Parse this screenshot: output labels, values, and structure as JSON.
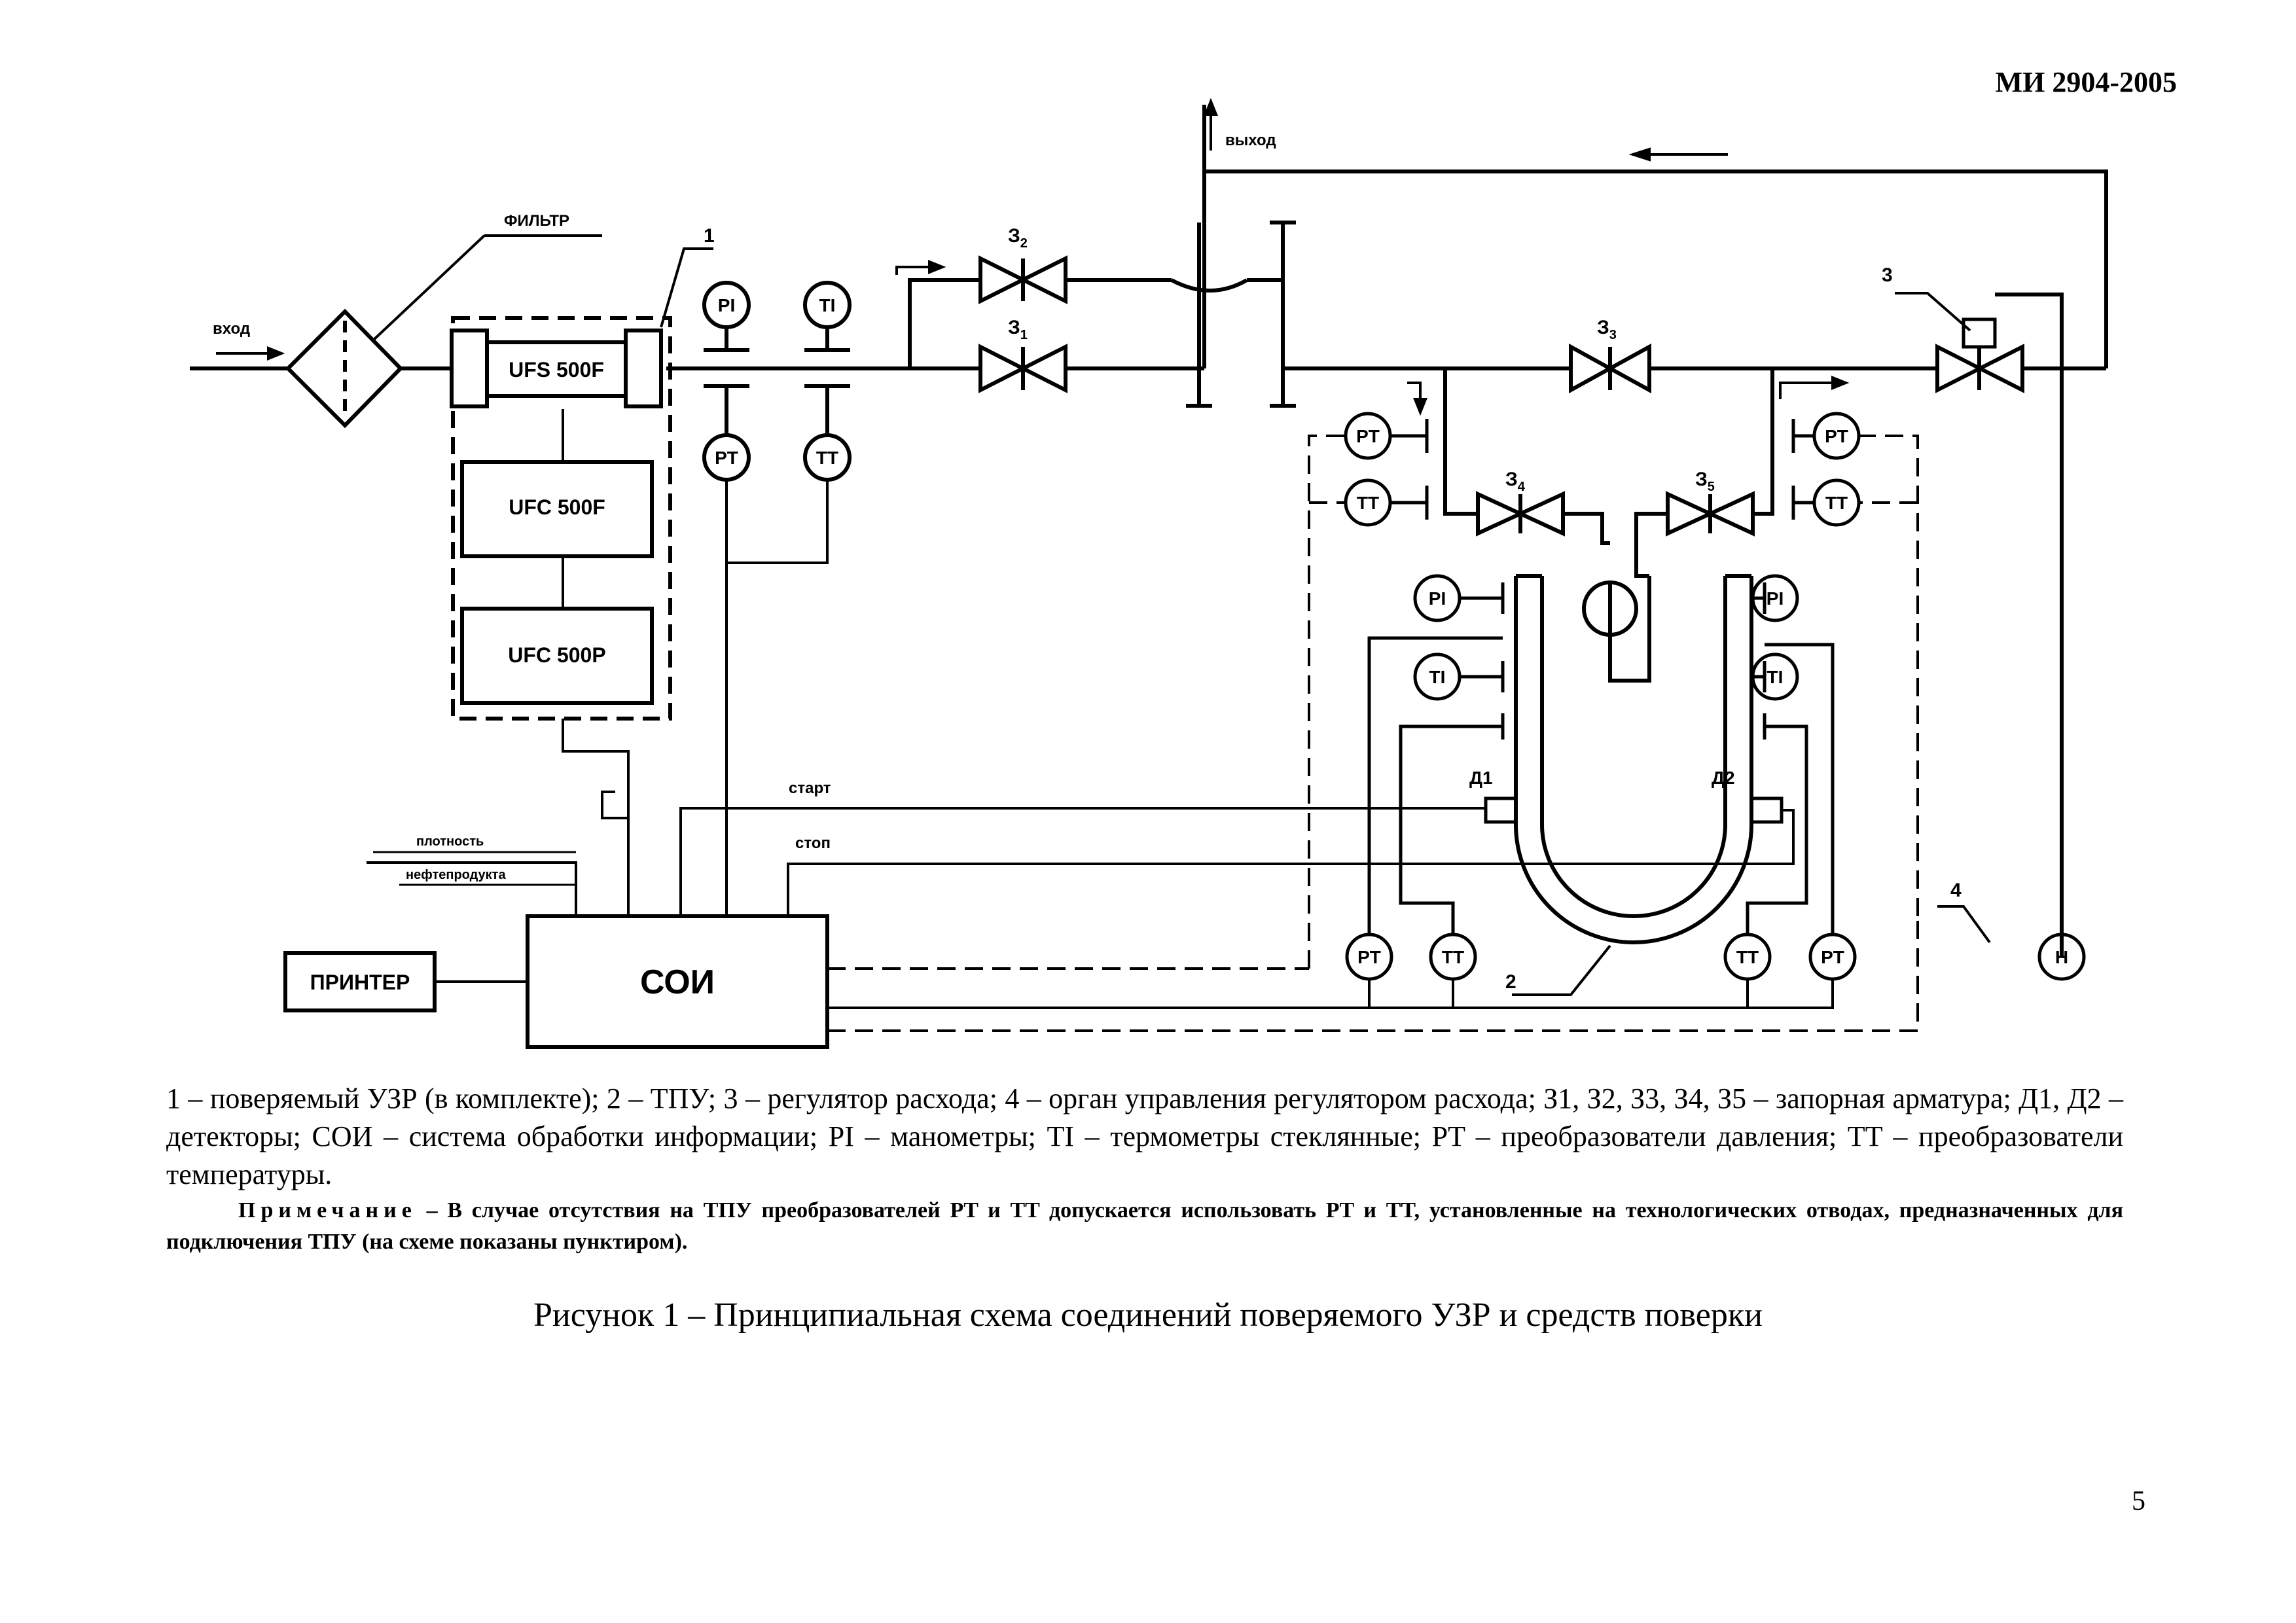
{
  "header": {
    "doc_code": "МИ 2904-2005"
  },
  "diagram": {
    "labels": {
      "output": "выход",
      "input": "вход",
      "filter": "ФИЛЬТР",
      "callout_1": "1",
      "callout_2": "2",
      "callout_3": "3",
      "callout_4": "4",
      "ufs": "UFS 500F",
      "ufc1": "UFC 500F",
      "ufc2": "UFC 500P",
      "printer": "ПРИНТЕР",
      "soi": "СОИ",
      "start": "старт",
      "stop": "стоп",
      "density": "плотность",
      "product": "нефтепродукта",
      "d1": "Д1",
      "d2": "Д2",
      "valve_z": "З",
      "v1": "1",
      "v2": "2",
      "v3": "3",
      "v4": "4",
      "v5": "5",
      "pi": "PI",
      "ti": "TI",
      "pt": "PT",
      "tt": "TT",
      "h": "Н"
    }
  },
  "legend": {
    "text": "1 – поверяемый УЗР (в комплекте); 2 – ТПУ; 3 – регулятор расхода; 4 – орган управления регулятором расхода; З1, З2, З3, З4, З5 – запорная арматура; Д1, Д2 – детекторы; СОИ – система обработки информации; PI – манометры; TI – термометры стеклянные; PT – преобразователи давления; TT – преобразователи температуры."
  },
  "note": {
    "label": "Примечание",
    "text": "– В случае отсутствия на ТПУ преобразователей PT и TT допускается использовать PT и TT, установленные на технологических отводах, предназначенных для подключения ТПУ (на схеме показаны пунктиром)."
  },
  "caption": "Рисунок 1 – Принципиальная схема соединений поверяемого УЗР и средств поверки",
  "page_number": "5"
}
